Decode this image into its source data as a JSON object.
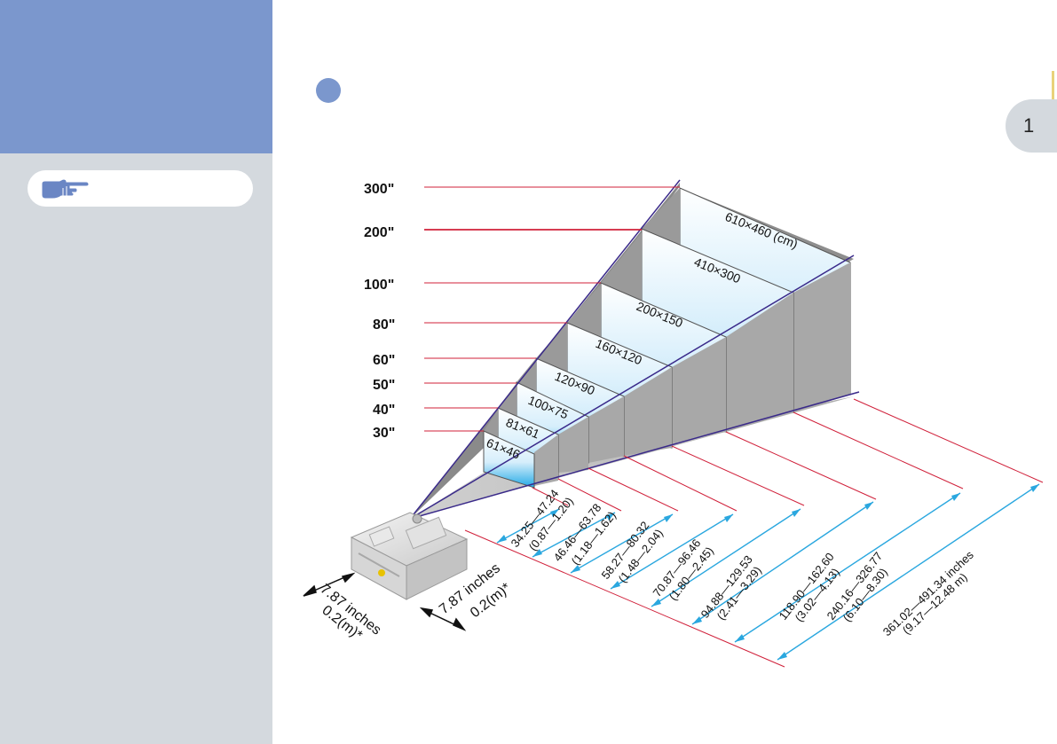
{
  "chapter_tab": "1",
  "screen_sizes": [
    "300\"",
    "200\"",
    "100\"",
    "80\"",
    "60\"",
    "50\"",
    "40\"",
    "30\""
  ],
  "screen_dims": [
    "610×460 (cm)",
    "410×300",
    "200×150",
    "160×120",
    "120×90",
    "100×75",
    "81×61",
    "61×46"
  ],
  "distances": [
    {
      "inches": "34.25—47.24",
      "meters": "(0.87—1.20)"
    },
    {
      "inches": "46.46—63.78",
      "meters": "(1.18—1.62)"
    },
    {
      "inches": "58.27—80.32",
      "meters": "(1.48—2.04)"
    },
    {
      "inches": "70.87—96.46",
      "meters": "(1.80—2.45)"
    },
    {
      "inches": "94.88—129.53",
      "meters": "(2.41—3.29)"
    },
    {
      "inches": "118.90—162.60",
      "meters": "(3.02—4.13)"
    },
    {
      "inches": "240.16—326.77",
      "meters": "(6.10—8.30)"
    },
    {
      "inches": "361.02—491.34 inches",
      "meters": "(9.17—12.48 m)"
    }
  ],
  "clearance": {
    "left_inches": "7.87 inches",
    "left_meters": "0.2(m)*",
    "right_inches": "7.87 inches",
    "right_meters": "0.2(m)*"
  },
  "colors": {
    "sidebar": "#d4d9de",
    "sidebar_accent": "#7b97cd",
    "size_line": "#d0203a",
    "frustum_line": "#3a2a8a",
    "dimension_line": "#2aa7df",
    "screen_gradient_top": "#ffffff",
    "screen_gradient_bottom": "#2aaee8"
  },
  "icons": [
    "pointing-hand-icon"
  ]
}
